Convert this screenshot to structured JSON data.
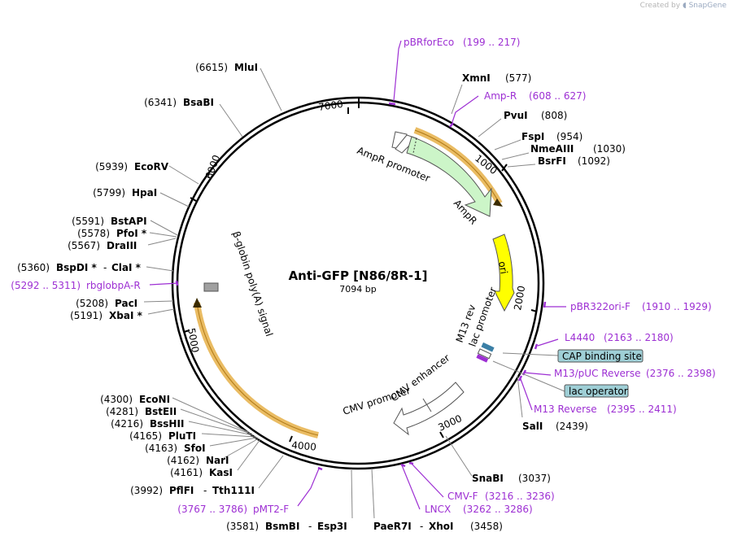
{
  "credit": {
    "created_by": "Created by",
    "brand": "SnapGene"
  },
  "plasmid": {
    "name": "Anti-GFP [N86/8R-1]",
    "length_label": "7094 bp",
    "length": 7094
  },
  "ticks": [
    "1000",
    "2000",
    "3000",
    "4000",
    "5000",
    "6000",
    "7000"
  ],
  "sites": [
    {
      "name": "XmnI",
      "pos": "(577)"
    },
    {
      "name": "PvuI",
      "pos": "(808)"
    },
    {
      "name": "FspI",
      "pos": "(954)"
    },
    {
      "name": "NmeAIII",
      "pos": "(1030)"
    },
    {
      "name": "BsrFI",
      "pos": "(1092)"
    },
    {
      "name": "SalI",
      "pos": "(2439)"
    },
    {
      "name": "SnaBI",
      "pos": "(3037)"
    },
    {
      "name": "PaeR7I",
      "sep": "-",
      "name2": "XhoI",
      "pos": "(3458)"
    },
    {
      "name": "BsmBI",
      "sep": "-",
      "name2": "Esp3I",
      "pos": "(3581)"
    },
    {
      "name": "PflFI",
      "sep": "-",
      "name2": "Tth111I",
      "pos": "(3992)"
    },
    {
      "name": "KasI",
      "pos": "(4161)"
    },
    {
      "name": "NarI",
      "pos": "(4162)"
    },
    {
      "name": "SfoI",
      "pos": "(4163)"
    },
    {
      "name": "PluTI",
      "pos": "(4165)"
    },
    {
      "name": "BssHII",
      "pos": "(4216)"
    },
    {
      "name": "BstEII",
      "pos": "(4281)"
    },
    {
      "name": "EcoNI",
      "pos": "(4300)"
    },
    {
      "name": "XbaI *",
      "pos": "(5191)"
    },
    {
      "name": "PacI",
      "pos": "(5208)"
    },
    {
      "name": "BspDI *",
      "sep": "-",
      "name2": "ClaI *",
      "pos": "(5360)"
    },
    {
      "name": "DraIII",
      "pos": "(5567)"
    },
    {
      "name": "PfoI *",
      "pos": "(5578)"
    },
    {
      "name": "BstAPI",
      "pos": "(5591)"
    },
    {
      "name": "HpaI",
      "pos": "(5799)"
    },
    {
      "name": "EcoRV",
      "pos": "(5939)"
    },
    {
      "name": "BsaBI",
      "pos": "(6341)"
    },
    {
      "name": "MluI",
      "pos": "(6615)"
    }
  ],
  "primers": [
    {
      "name": "pBRforEco",
      "range": "(199 .. 217)"
    },
    {
      "name": "Amp-R",
      "range": "(608 .. 627)"
    },
    {
      "name": "pBR322ori-F",
      "range": "(1910 .. 1929)"
    },
    {
      "name": "L4440",
      "range": "(2163 .. 2180)"
    },
    {
      "name": "M13/pUC Reverse",
      "range": "(2376 .. 2398)"
    },
    {
      "name": "M13 Reverse",
      "range": "(2395 .. 2411)"
    },
    {
      "name": "CMV-F",
      "range": "(3216 .. 3236)"
    },
    {
      "name": "LNCX",
      "range": "(3262 .. 3286)"
    },
    {
      "name": "pMT2-F",
      "range": "(3767 .. 3786)"
    },
    {
      "name": "rbglobpA-R",
      "range": "(5292 .. 5311)"
    }
  ],
  "boxed_features": [
    {
      "name": "CAP binding site",
      "color": "#9fcfd6"
    },
    {
      "name": "lac operator",
      "color": "#9fcfd6"
    }
  ],
  "features": [
    {
      "name": "AmpR promoter",
      "color": "#ffffff"
    },
    {
      "name": "AmpR",
      "color": "#ccf5c8"
    },
    {
      "name": "ori",
      "color": "#ffff00"
    },
    {
      "name": "M13 rev",
      "color": "#3b7fa6"
    },
    {
      "name": "lac promoter",
      "color": "#ffffff"
    },
    {
      "name": "CMV enhancer",
      "color": "#ffffff"
    },
    {
      "name": "CMV promoter",
      "color": "#ffffff"
    },
    {
      "name": "β-globin poly(A) signal",
      "color": "#a0a0a0"
    }
  ],
  "colors": {
    "primer": "#9d2fd3",
    "orf_highlight": "#e8b552",
    "backbone": "#000000"
  }
}
